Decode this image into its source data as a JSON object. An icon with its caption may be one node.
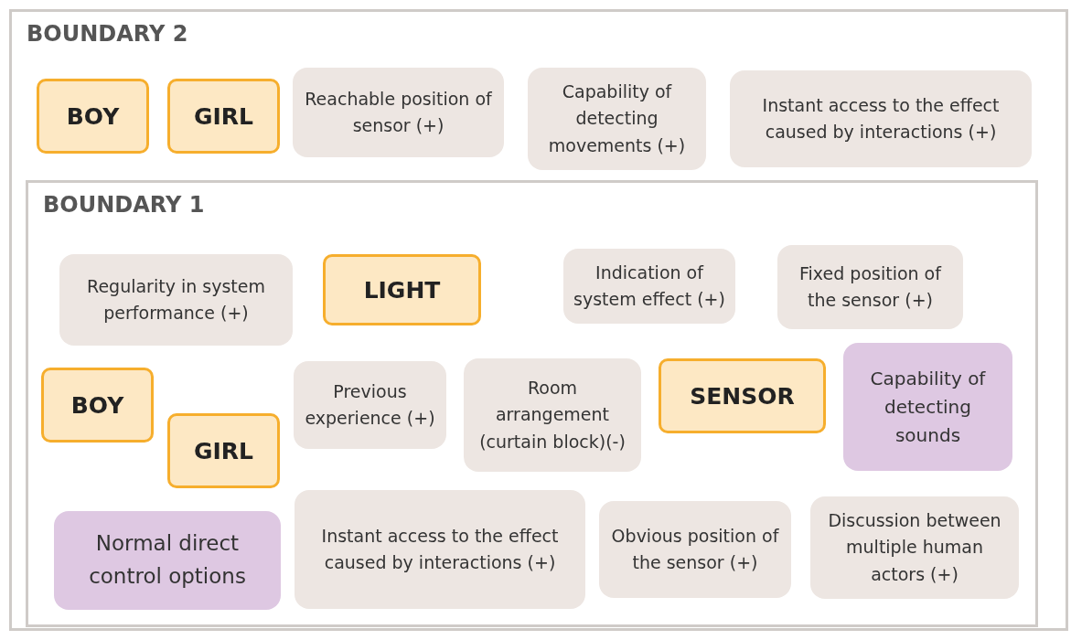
{
  "diagram": {
    "nodes": [
      {
        "text": [
          "BOUNDARY 2"
        ]
      },
      {
        "text": [
          "BOY"
        ],
        "in": 0
      },
      {
        "text": [
          "GIRL"
        ],
        "in": 0
      },
      {
        "text": [
          "Reachable position of sensor (+)"
        ],
        "in": 0
      },
      {
        "text": [
          "Capability of detecting movements (+)"
        ],
        "in": 0
      },
      {
        "text": [
          "Instant access to the effect caused by interactions (+)"
        ],
        "in": 0
      },
      {
        "text": [
          "BOUNDARY 1"
        ],
        "in": 0
      },
      {
        "text": [
          "Regularity in system performance (+)"
        ],
        "in": 6
      },
      {
        "text": [
          "LIGHT"
        ],
        "in": 6
      },
      {
        "text": [
          "Indication of system effect (+)"
        ],
        "in": 6
      },
      {
        "text": [
          "Fixed position of the sensor (+)"
        ],
        "in": 6
      },
      {
        "text": [
          "BOY"
        ],
        "in": 6
      },
      {
        "text": [
          "Previous experience (+)"
        ],
        "in": 6
      },
      {
        "text": [
          "Room arrangement (curtain block)(-)"
        ],
        "in": 6
      },
      {
        "text": [
          "SENSOR"
        ],
        "in": 6
      },
      {
        "text": [
          "Capability of detecting sounds"
        ],
        "in": 6
      },
      {
        "text": [
          "GIRL"
        ],
        "in": 6
      },
      {
        "text": [
          "Normal direct control options"
        ],
        "in": 6
      },
      {
        "text": [
          "Instant access to the effect caused by interactions (+)"
        ],
        "in": 6
      },
      {
        "text": [
          "Obvious position of the sensor (+)"
        ],
        "in": 6
      },
      {
        "text": [
          "Discussion between multiple human actors (+)"
        ],
        "in": 6
      }
    ]
  }
}
